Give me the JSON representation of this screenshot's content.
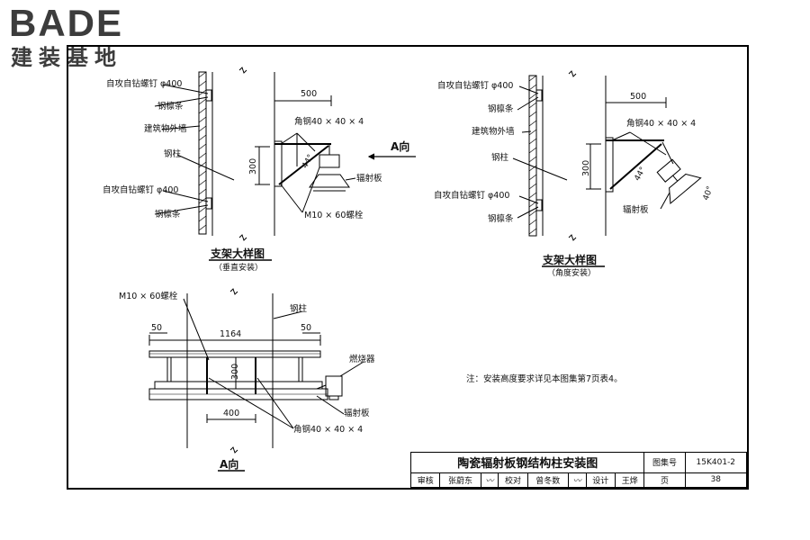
{
  "logo": {
    "brand": "BADE",
    "subtitle": "建装基地"
  },
  "left_detail": {
    "label_screw_top": "自攻自钻螺钉 φ400",
    "label_purlin_top": "钢檩条",
    "label_wall": "建筑物外墙",
    "label_column": "钢柱",
    "label_screw_bottom": "自攻自钻螺钉 φ400",
    "label_purlin_bottom": "钢檩条",
    "dim_500": "500",
    "label_angle_steel": "角钢40 × 40 × 4",
    "dim_300": "300",
    "angle_44": "44°",
    "label_radiant_plate": "辐射板",
    "label_bolt": "M10 × 60螺栓",
    "label_view_a": "A向",
    "caption": "支架大样图",
    "subcaption": "（垂直安装）"
  },
  "right_detail": {
    "label_screw_top": "自攻自钻螺钉 φ400",
    "label_purlin_top": "钢檩条",
    "label_wall": "建筑物外墙",
    "label_column": "钢柱",
    "label_screw_bottom": "自攻自钻螺钉 φ400",
    "label_purlin_bottom": "钢檩条",
    "dim_500": "500",
    "label_angle_steel": "角钢40 × 40 × 4",
    "dim_300": "300",
    "angle_44": "44°",
    "angle_40": "40°",
    "label_radiant_plate": "辐射板",
    "caption": "支架大样图",
    "subcaption": "（角度安装）"
  },
  "view_a": {
    "label_bolt": "M10 × 60螺栓",
    "label_column": "钢柱",
    "dim_1164": "1164",
    "dim_50_left": "50",
    "dim_50_right": "50",
    "dim_300": "300",
    "dim_400": "400",
    "label_burner": "燃烧器",
    "label_radiant_plate": "辐射板",
    "label_angle_steel": "角钢40 × 40 × 4",
    "caption": "A向"
  },
  "note": "注：安装高度要求详见本图集第7页表4。",
  "title_block": {
    "title": "陶瓷辐射板钢结构柱安装图",
    "atlas_label": "图集号",
    "atlas_no": "15K401-2",
    "review_label": "审核",
    "reviewer": "张蔚东",
    "check_label": "校对",
    "checker": "曾冬数",
    "design_label": "设计",
    "designer": "王烨",
    "page_label": "页",
    "page_no": "38"
  },
  "colors": {
    "line": "#000000",
    "logo": "#3c3c3c",
    "background": "#ffffff"
  }
}
